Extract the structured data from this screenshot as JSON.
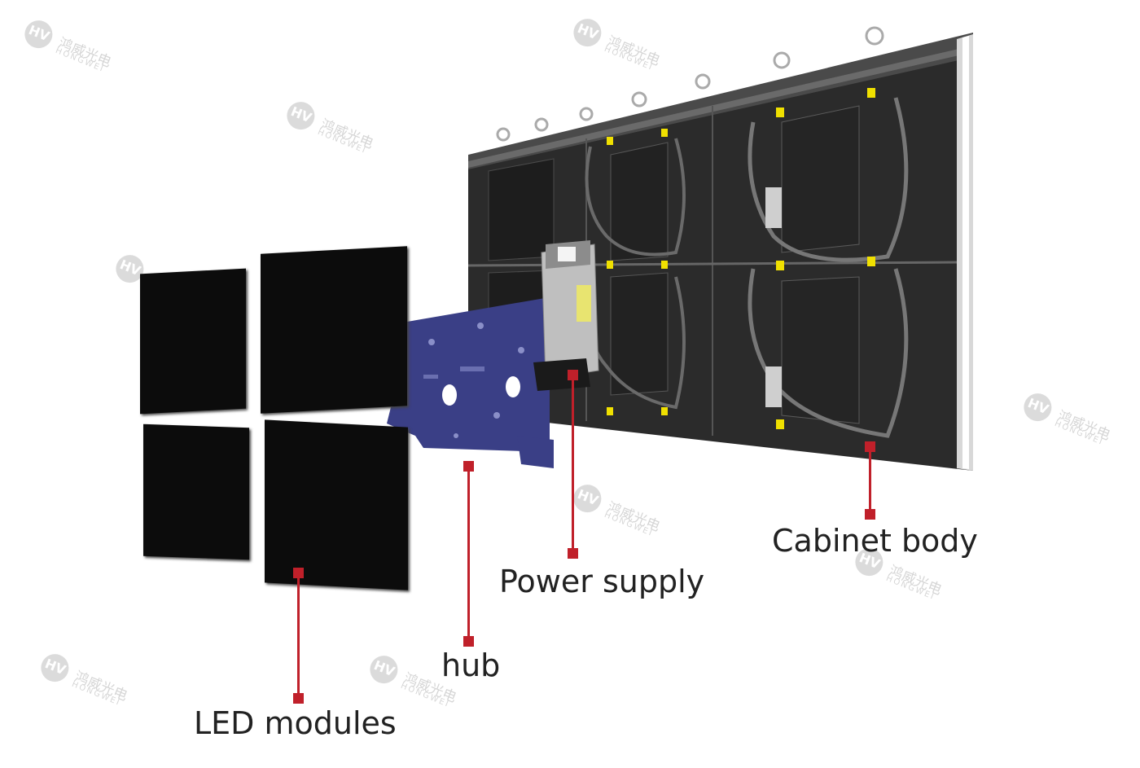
{
  "watermark": {
    "badge": "HV",
    "cn": "鸿威光电",
    "en": "HONGWEI",
    "count": 9
  },
  "labels": {
    "led_modules": "LED modules",
    "hub": "hub",
    "power_supply": "Power supply",
    "cabinet_body": "Cabinet body"
  },
  "colors": {
    "callout": "#c0202a",
    "module": "#0c0c0c",
    "cabinet": "#2a2a2a",
    "hub_board": "#3a3f86",
    "connector": "#f0e000",
    "label_text": "#222222"
  },
  "icons": {
    "callout_marker": "red-square-marker"
  }
}
